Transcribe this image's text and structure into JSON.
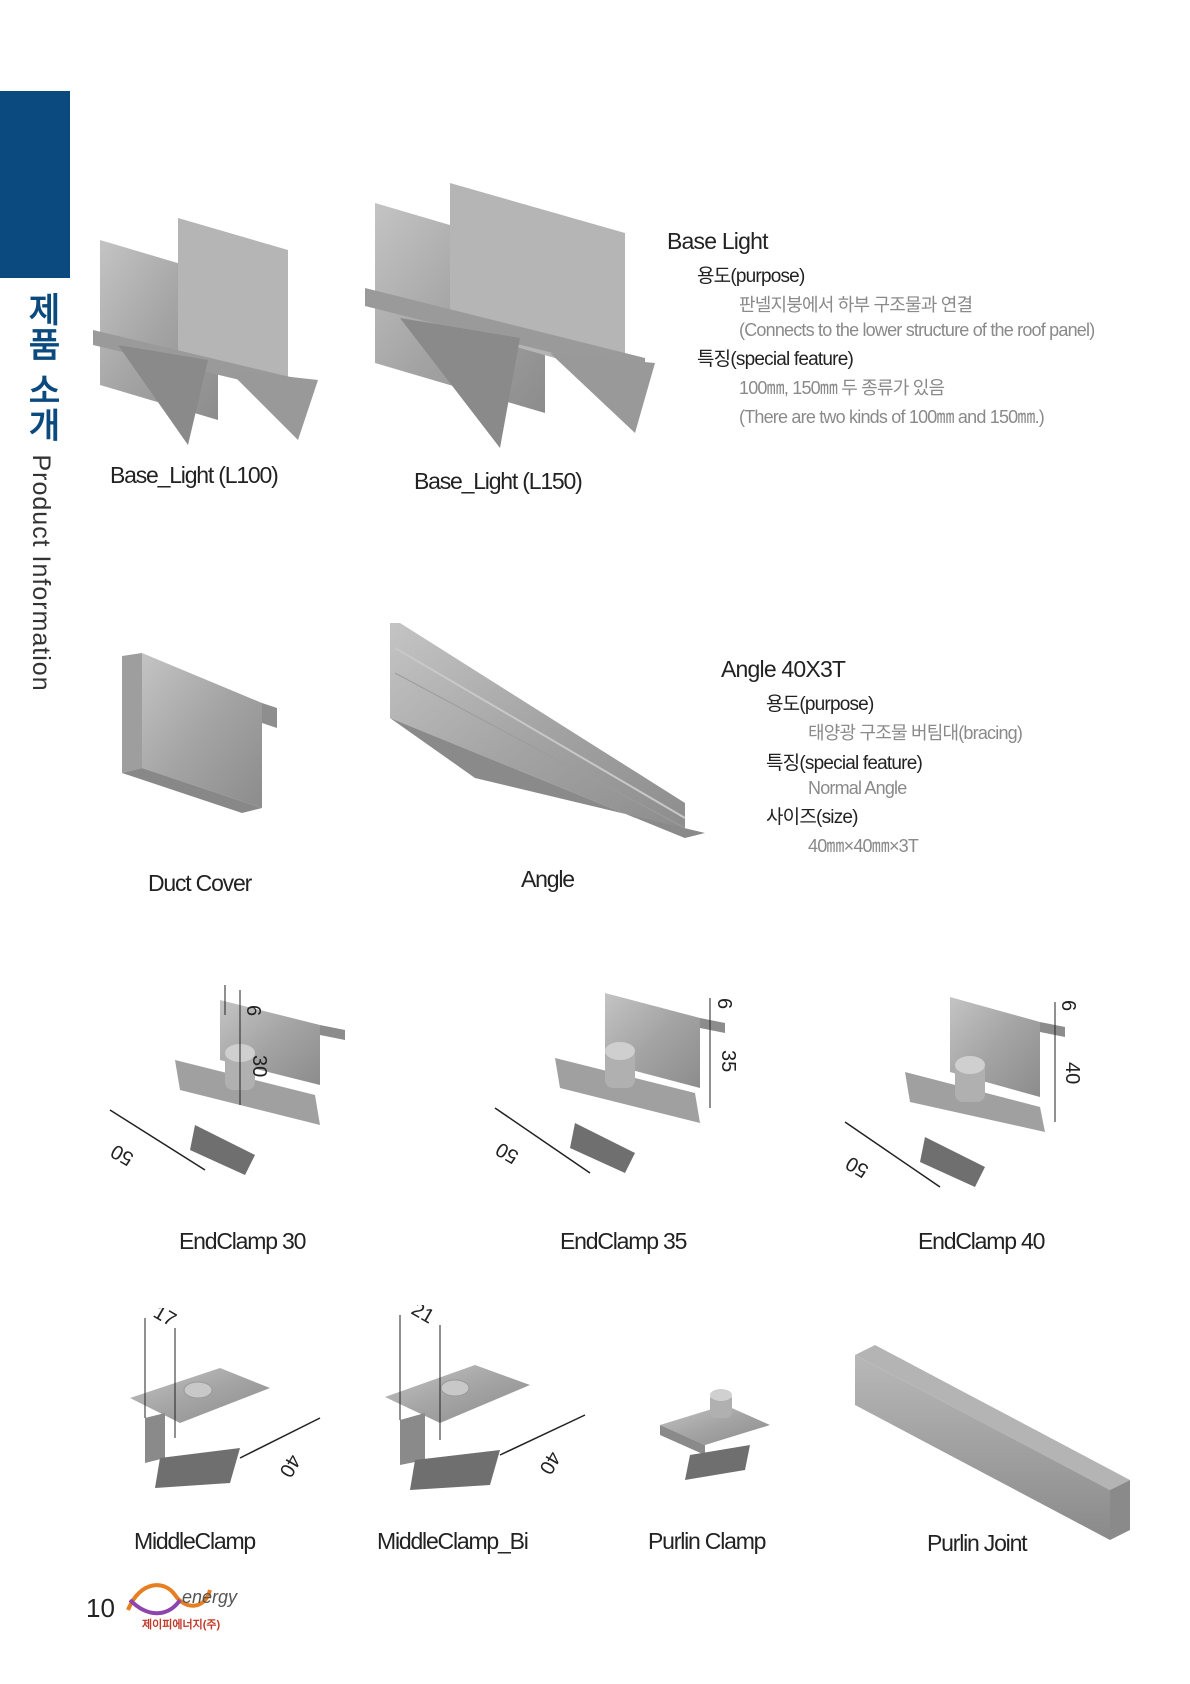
{
  "sidebar": {
    "title_ko": "제품 소개",
    "title_en": "Product Information"
  },
  "base_light": {
    "title": "Base Light",
    "purpose_label": "용도(purpose)",
    "purpose_ko": "판넬지붕에서 하부 구조물과 연결",
    "purpose_en": "(Connects to the lower structure of the roof panel)",
    "feature_label": "특징(special feature)",
    "feature_ko": "100㎜, 150㎜ 두 종류가 있음",
    "feature_en": "(There are two kinds of 100㎜ and 150㎜.)"
  },
  "angle": {
    "title": "Angle 40X3T",
    "purpose_label": "용도(purpose)",
    "purpose": "태양광 구조물 버팀대(bracing)",
    "feature_label": "특징(special feature)",
    "feature": "Normal Angle",
    "size_label": "사이즈(size)",
    "size": "40㎜×40㎜×3T"
  },
  "captions": {
    "base_l100": "Base_Light (L100)",
    "base_l150": "Base_Light (L150)",
    "duct_cover": "Duct Cover",
    "angle": "Angle",
    "endclamp30": "EndClamp 30",
    "endclamp35": "EndClamp 35",
    "endclamp40": "EndClamp 40",
    "middleclamp": "MiddleClamp",
    "middleclamp_bi": "MiddleClamp_Bi",
    "purlin_clamp": "Purlin Clamp",
    "purlin_joint": "Purlin Joint"
  },
  "dims": {
    "ec30": {
      "top": "6",
      "height": "30",
      "width": "50"
    },
    "ec35": {
      "top": "6",
      "height": "35",
      "width": "50"
    },
    "ec40": {
      "top": "6",
      "height": "40",
      "width": "50"
    },
    "mc": {
      "top": "17",
      "width": "40"
    },
    "mcbi": {
      "top": "21",
      "width": "40"
    }
  },
  "footer": {
    "page_number": "10",
    "logo_text": "energy",
    "company_ko": "제이피에너지(주)"
  }
}
